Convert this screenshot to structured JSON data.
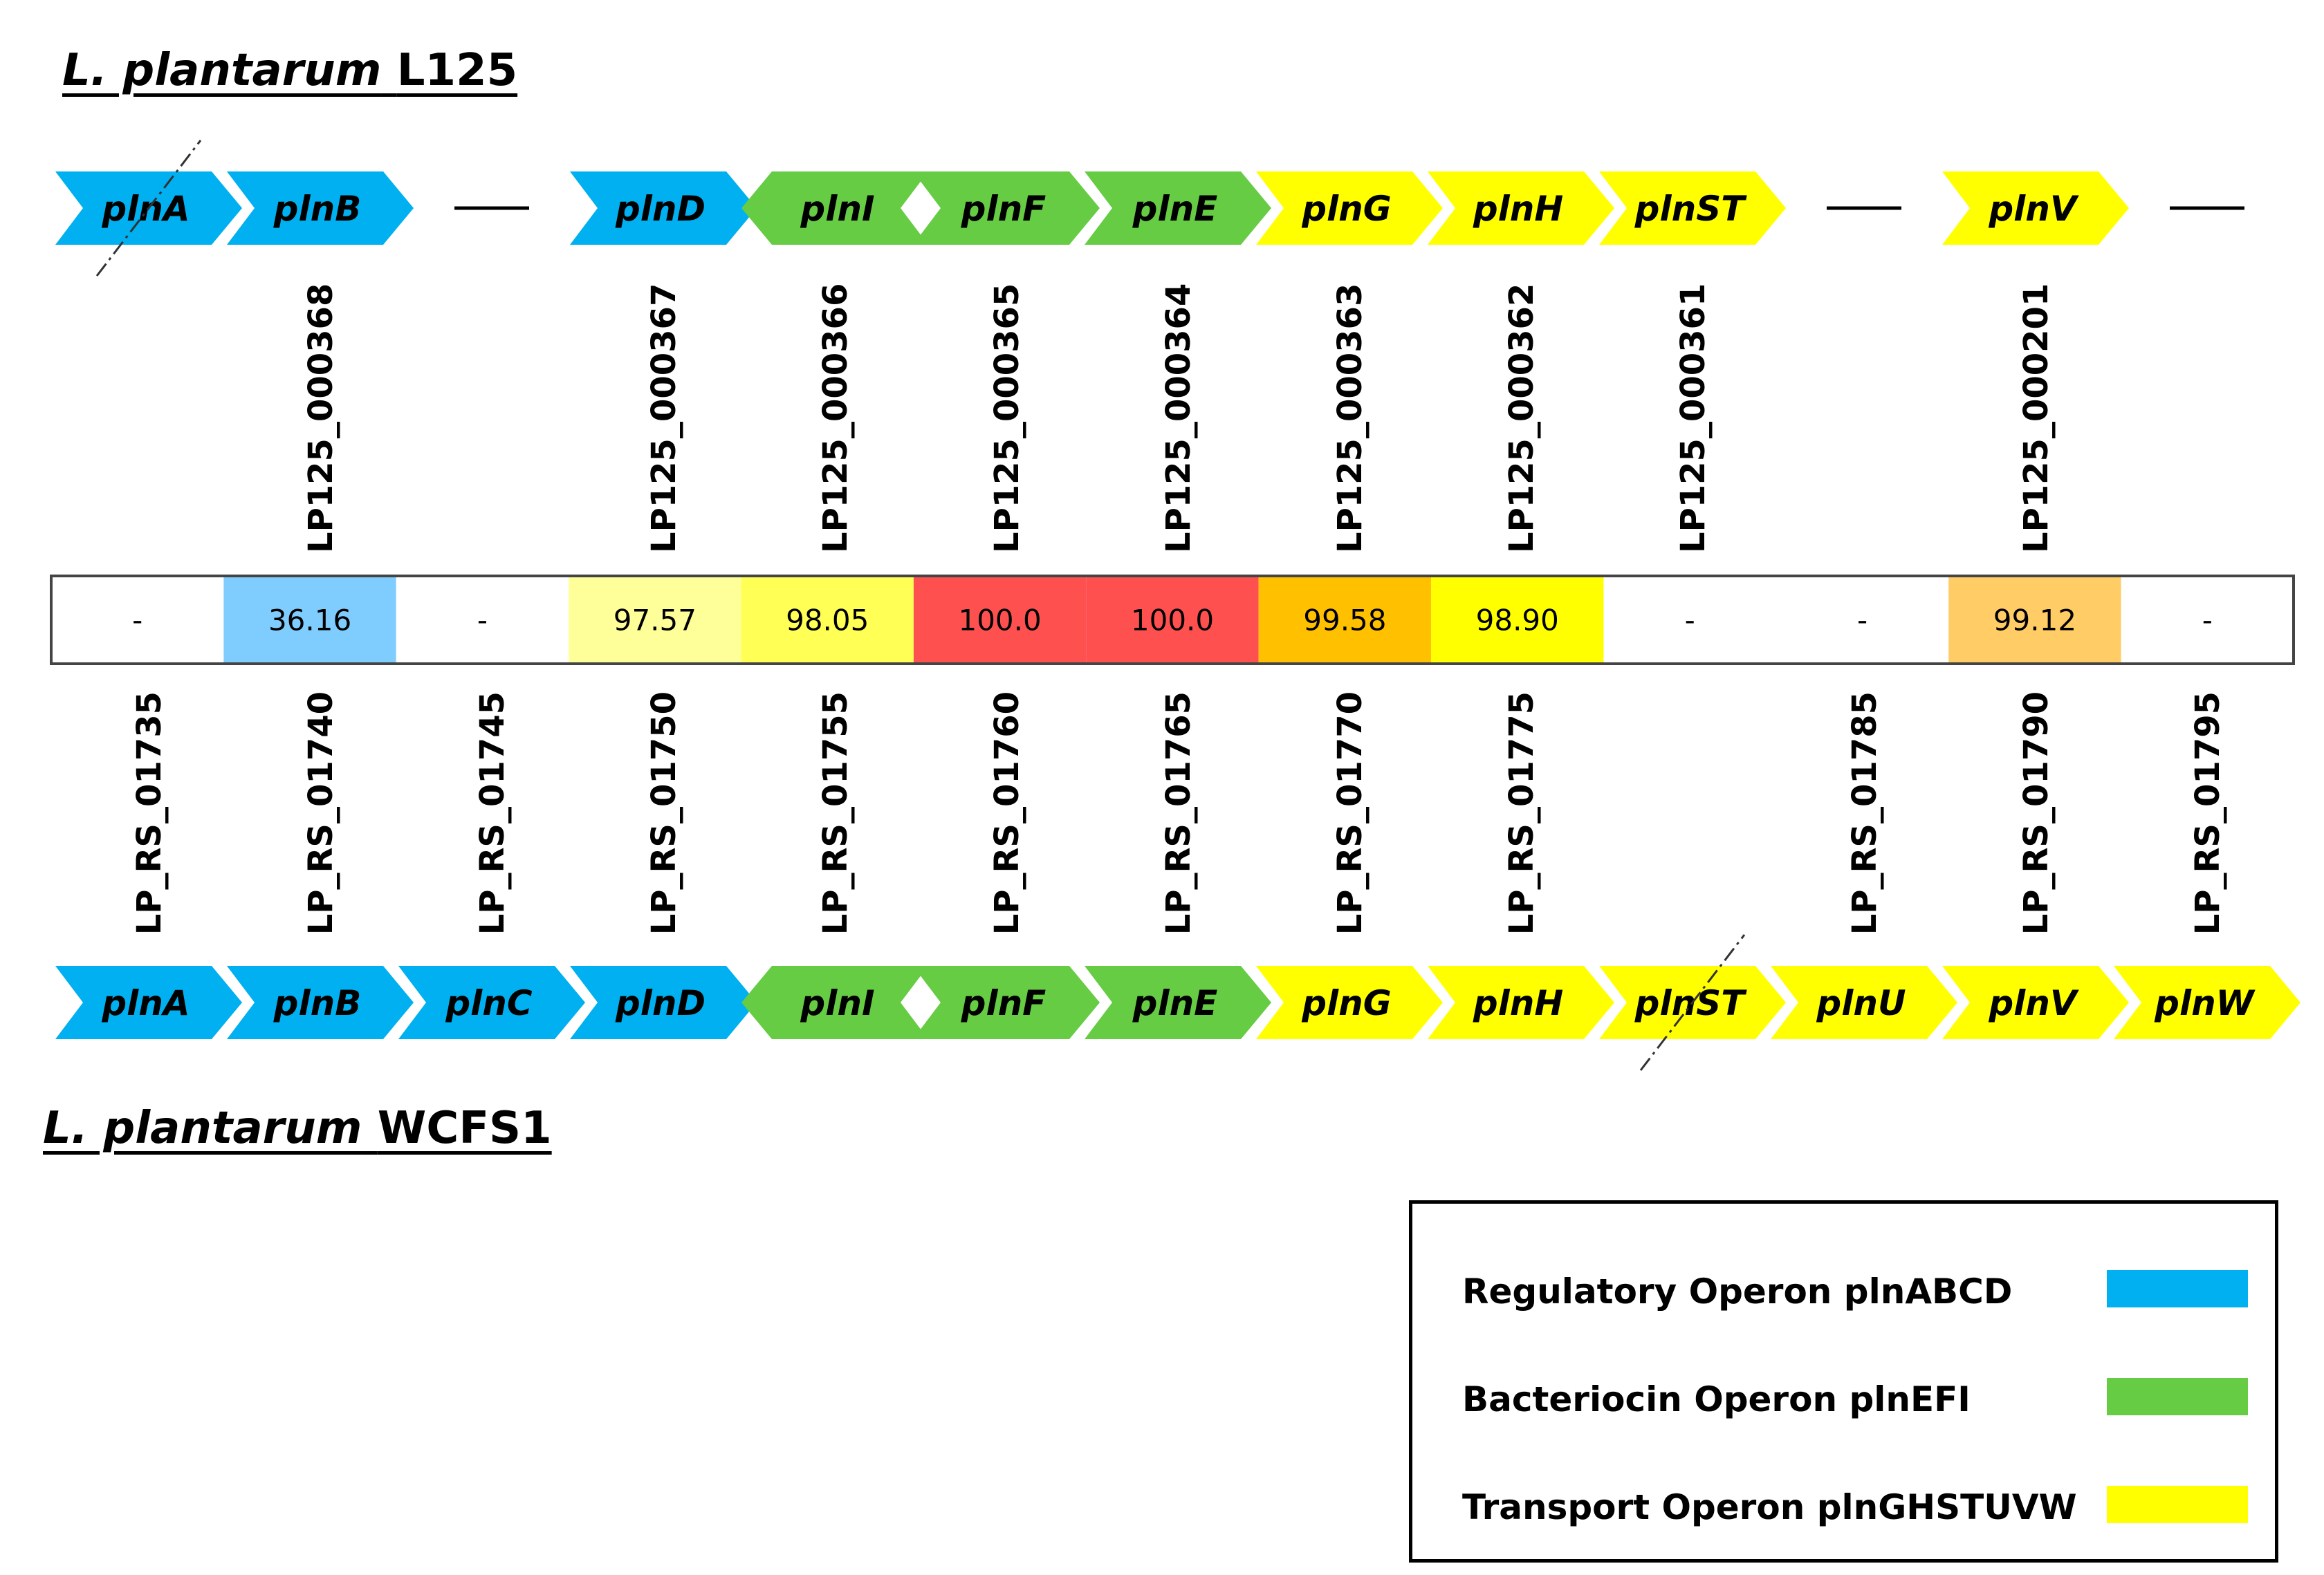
{
  "strains": {
    "top": {
      "species": "L. plantarum",
      "strain": "L125"
    },
    "bottom": {
      "species": "L. plantarum",
      "strain": "WCFS1"
    }
  },
  "colors": {
    "regulatory": "#00b0f0",
    "bacteriocin": "#66cc44",
    "transport": "#ffff00"
  },
  "top_genes": [
    {
      "label": "plnA",
      "operon": "regulatory",
      "locus": "",
      "slash": true
    },
    {
      "label": "plnB",
      "operon": "regulatory",
      "locus": "LP125_000368"
    },
    {
      "label": "",
      "operon": "absent",
      "locus": ""
    },
    {
      "label": "plnD",
      "operon": "regulatory",
      "locus": "LP125_000367"
    },
    {
      "label": "plnI",
      "operon": "bacteriocin",
      "locus": "LP125_000366",
      "direction": "left"
    },
    {
      "label": "plnF",
      "operon": "bacteriocin",
      "locus": "LP125_000365"
    },
    {
      "label": "plnE",
      "operon": "bacteriocin",
      "locus": "LP125_000364"
    },
    {
      "label": "plnG",
      "operon": "transport",
      "locus": "LP125_000363"
    },
    {
      "label": "plnH",
      "operon": "transport",
      "locus": "LP125_000362"
    },
    {
      "label": "plnST",
      "operon": "transport",
      "locus": "LP125_000361"
    },
    {
      "label": "",
      "operon": "absent",
      "locus": ""
    },
    {
      "label": "plnV",
      "operon": "transport",
      "locus": "LP125_000201"
    },
    {
      "label": "",
      "operon": "absent",
      "locus": ""
    }
  ],
  "identity_cells": [
    {
      "value": "-",
      "color": "#ffffff"
    },
    {
      "value": "36.16",
      "color": "#7fcdff"
    },
    {
      "value": "-",
      "color": "#ffffff"
    },
    {
      "value": "97.57",
      "color": "#ffff99"
    },
    {
      "value": "98.05",
      "color": "#ffff55"
    },
    {
      "value": "100.0",
      "color": "#ff5050"
    },
    {
      "value": "100.0",
      "color": "#ff5050"
    },
    {
      "value": "99.58",
      "color": "#ffc000"
    },
    {
      "value": "98.90",
      "color": "#ffff00"
    },
    {
      "value": "-",
      "color": "#ffffff"
    },
    {
      "value": "-",
      "color": "#ffffff"
    },
    {
      "value": "99.12",
      "color": "#ffcc66"
    },
    {
      "value": "-",
      "color": "#ffffff"
    }
  ],
  "bottom_genes": [
    {
      "label": "plnA",
      "operon": "regulatory",
      "locus": "LP_RS_01735"
    },
    {
      "label": "plnB",
      "operon": "regulatory",
      "locus": "LP_RS_01740"
    },
    {
      "label": "plnC",
      "operon": "regulatory",
      "locus": "LP_RS_01745"
    },
    {
      "label": "plnD",
      "operon": "regulatory",
      "locus": "LP_RS_01750"
    },
    {
      "label": "plnI",
      "operon": "bacteriocin",
      "locus": "LP_RS_01755",
      "direction": "left"
    },
    {
      "label": "plnF",
      "operon": "bacteriocin",
      "locus": "LP_RS_01760"
    },
    {
      "label": "plnE",
      "operon": "bacteriocin",
      "locus": "LP_RS_01765"
    },
    {
      "label": "plnG",
      "operon": "transport",
      "locus": "LP_RS_01770"
    },
    {
      "label": "plnH",
      "operon": "transport",
      "locus": "LP_RS_01775"
    },
    {
      "label": "plnST",
      "operon": "transport",
      "locus": "",
      "slash": true
    },
    {
      "label": "plnU",
      "operon": "transport",
      "locus": "LP_RS_01785"
    },
    {
      "label": "plnV",
      "operon": "transport",
      "locus": "LP_RS_01790"
    },
    {
      "label": "plnW",
      "operon": "transport",
      "locus": "LP_RS_01795"
    }
  ],
  "legend": [
    {
      "label": "Regulatory Operon plnABCD",
      "operon": "regulatory"
    },
    {
      "label": "Bacteriocin Operon plnEFI",
      "operon": "bacteriocin"
    },
    {
      "label": "Transport Operon plnGHSTUVW",
      "operon": "transport"
    }
  ]
}
